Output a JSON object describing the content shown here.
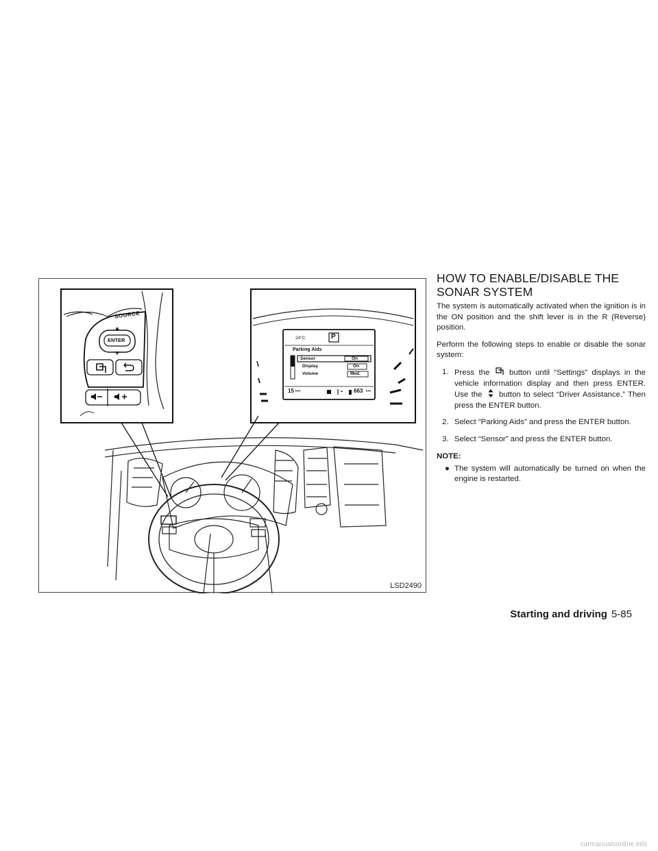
{
  "figure": {
    "code": "LSD2490",
    "switch": {
      "source_label": "SOURCE",
      "enter_label": "ENTER"
    },
    "display": {
      "temperature": "24°C",
      "gear": "P",
      "menu_title": "Parking Aids",
      "rows": [
        {
          "label": "Sensor",
          "value": "On"
        },
        {
          "label": "Display",
          "value": "On"
        },
        {
          "label": "Volume",
          "value": "Med."
        }
      ],
      "trip_value": "15",
      "trip_unit": "km",
      "range_value": "663",
      "range_unit": "km"
    }
  },
  "content": {
    "title_line1": "HOW TO ENABLE/DISABLE THE",
    "title_line2": "SONAR SYSTEM",
    "intro": "The system is automatically activated when the ignition is in the ON position and the shift lever is in the R (Reverse) position.",
    "lead": "Perform the following steps to enable or disable the sonar system:",
    "step1": {
      "num": "1.",
      "t1": "Press the",
      "t2": "button until “Settings” displays in the vehicle information display and then press ENTER. Use the",
      "t3": "button to select “Driver Assistance.” Then press the ENTER button."
    },
    "step2": {
      "num": "2.",
      "text": "Select “Parking Aids” and press the ENTER button."
    },
    "step3": {
      "num": "3.",
      "text": "Select “Sensor” and press the ENTER button."
    },
    "note_title": "NOTE:",
    "note_bullet": "The system will automatically be turned on when the engine is restarted."
  },
  "footer": {
    "chapter": "Starting and driving",
    "page": "5-85"
  },
  "watermark": "carmanualsonline.info",
  "icons": {
    "menu": "menu-button-icon",
    "updown": "up-down-arrow-icon",
    "back": "back-arrow-icon",
    "volume_down": "volume-down-icon",
    "volume_up": "volume-up-icon"
  }
}
